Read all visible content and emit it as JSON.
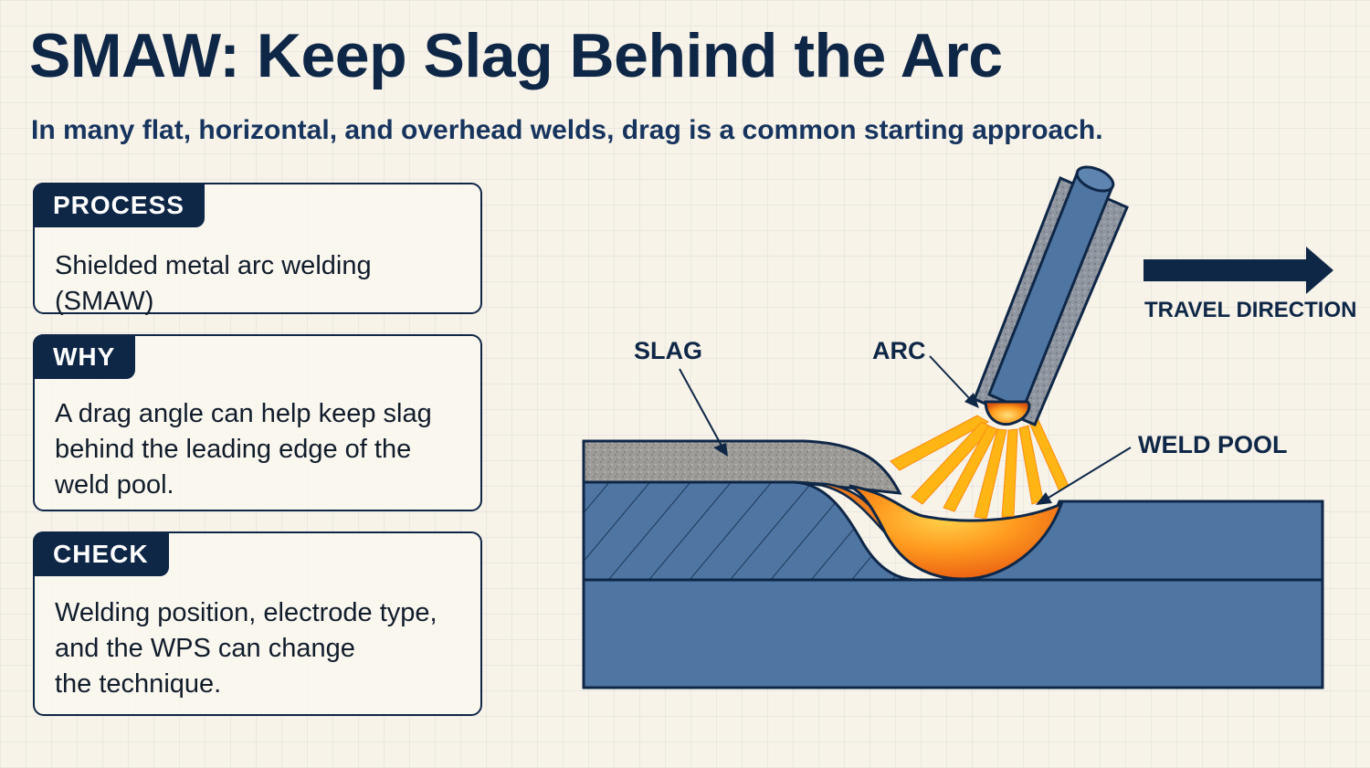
{
  "title": "SMAW: Keep Slag Behind the Arc",
  "subtitle": "In many flat, horizontal, and overhead welds, drag is a common starting approach.",
  "cards": [
    {
      "tag": "PROCESS",
      "lines": [
        "Shielded metal arc welding (SMAW)"
      ]
    },
    {
      "tag": "WHY",
      "lines": [
        "A drag angle can help keep slag",
        "behind the leading edge of the",
        "weld pool."
      ]
    },
    {
      "tag": "CHECK",
      "lines": [
        "Welding position, electrode type,",
        "and the WPS can change",
        "the technique."
      ]
    }
  ],
  "diagram": {
    "labels": {
      "slag": "SLAG",
      "arc": "ARC",
      "weld_pool": "WELD POOL",
      "travel_direction": "TRAVEL DIRECTION"
    }
  },
  "colors": {
    "navy": "#0f2747",
    "base_metal": "#4f76a3",
    "slag": "#9a9a96",
    "weld_orange": "#f08a1c",
    "arc_yellow": "#ffc21a"
  }
}
